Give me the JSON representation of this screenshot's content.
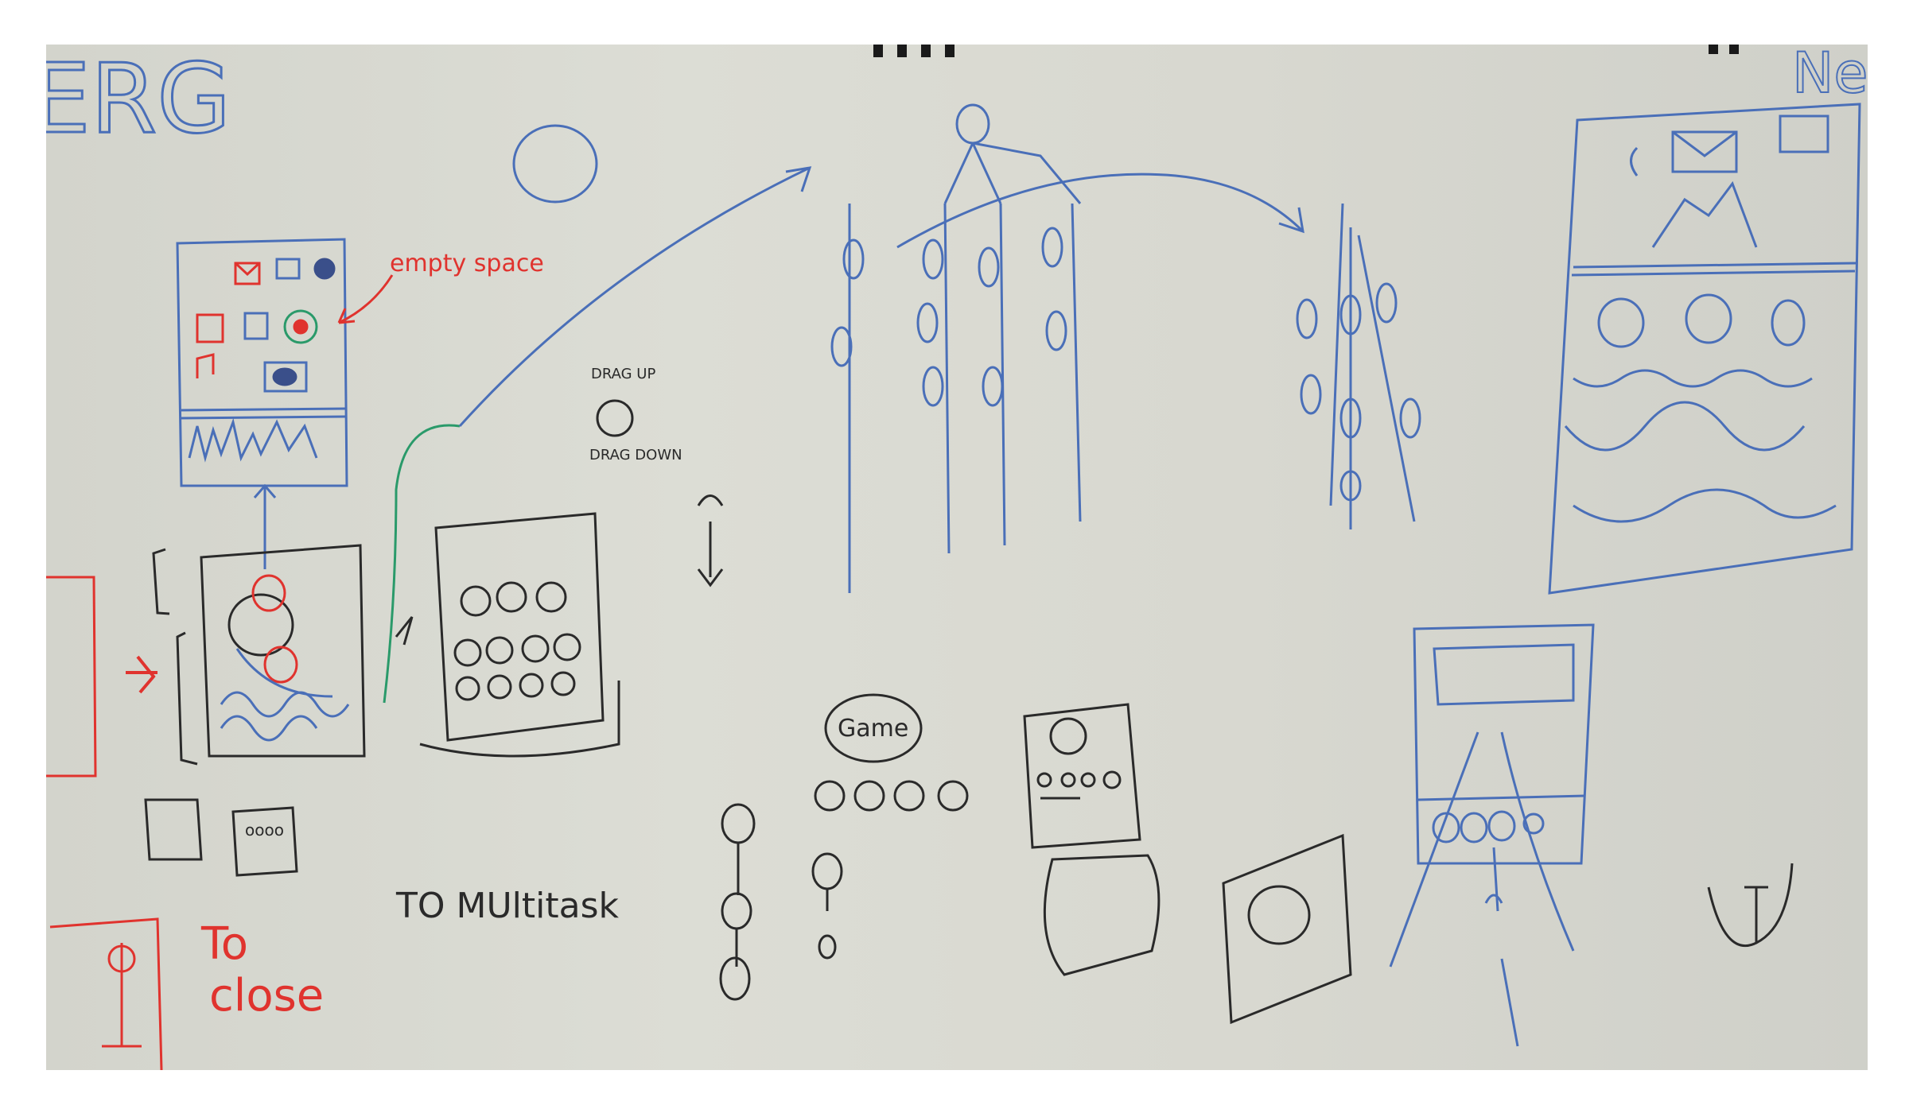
{
  "whiteboard": {
    "ink": {
      "blue": "#4a6fb8",
      "red": "#e0332e",
      "black": "#2a2a2a",
      "green": "#2a9a6a"
    },
    "surface": "#d8d9d1",
    "magnets": "#1a1a1a",
    "header_fragment": "ERG",
    "corner_fragment": "Nev",
    "annotation_empty_space": "empty space",
    "drag_up": "DRAG UP",
    "drag_down": "DRAG DOWN",
    "game_label": "Game",
    "multitask_label": "TO MUltitask",
    "close_label_line1": "To",
    "close_label_line2": "close",
    "thumb_dots": "oooo"
  }
}
